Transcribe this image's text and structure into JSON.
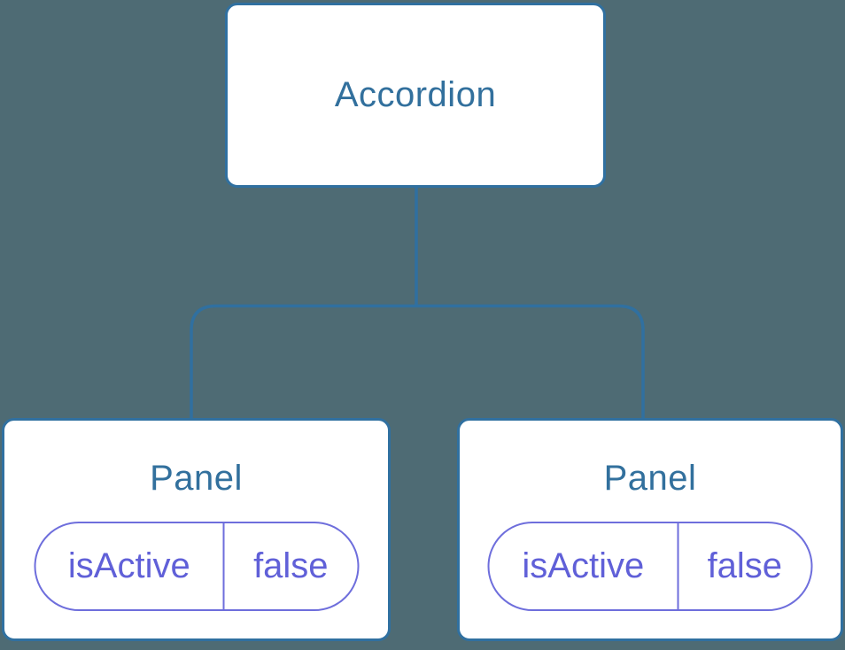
{
  "colors": {
    "background": "#4E6B74",
    "connector": "#3070A0",
    "node_border": "#3070A0",
    "node_fill": "#FFFFFF",
    "node_text": "#32709D",
    "state_border": "#6E6EDC",
    "state_text": "#6060D8"
  },
  "tree": {
    "root": {
      "label": "Accordion"
    },
    "children": [
      {
        "label": "Panel",
        "state": {
          "key": "isActive",
          "value": "false"
        }
      },
      {
        "label": "Panel",
        "state": {
          "key": "isActive",
          "value": "false"
        }
      }
    ]
  }
}
